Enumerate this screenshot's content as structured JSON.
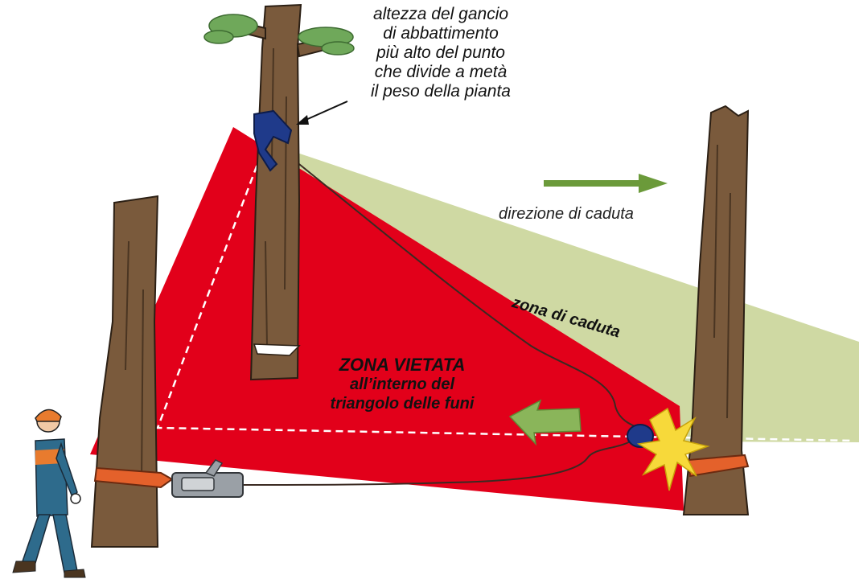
{
  "labels": {
    "hook_height": [
      "altezza del gancio",
      "di abbattimento",
      "più alto del punto",
      "che divide a metà",
      "il peso della pianta"
    ],
    "fall_direction": "direzione di caduta",
    "fall_zone": "zona di caduta",
    "forbidden_zone": [
      "ZONA VIETATA",
      "all’interno del",
      "triangolo delle funi"
    ]
  },
  "colors": {
    "forbidden_zone_red": "#e2001a",
    "fall_zone_green": "#cfd9a3",
    "arrow_green": "#6b9a3a",
    "trunk_brown": "#7a5a3c",
    "strap_orange": "#e4612b",
    "worker_blue": "#2e6b8c",
    "worker_orange": "#e87b2e",
    "winch_gray": "#9aa0a6",
    "flash_yellow": "#f7d93a"
  }
}
